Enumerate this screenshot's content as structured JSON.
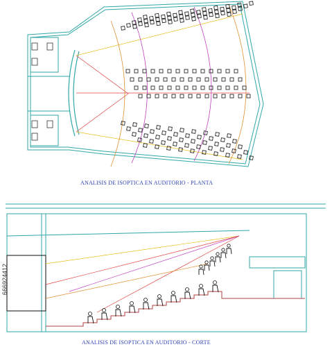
{
  "drawing": {
    "plan_title": "ANALISIS DE ISOPTICA EN AUDITORIO - PLANTA",
    "section_title": "ANALISIS DE ISOPTICA EN AUDITORIO - CORTE",
    "stock_id": "666924412",
    "plan_rows_left": [
      10,
      10,
      10,
      10,
      10
    ],
    "plan_rows_middle": [
      14,
      14,
      14,
      14
    ],
    "plan_rows_right": [
      10,
      10,
      10,
      10,
      10
    ],
    "section_seat_rows": 10,
    "balcony_seat_rows": 6,
    "colors": {
      "walls": "#2fa7a7",
      "seats": "#111111",
      "sightline_red": "#e04040",
      "sightline_yellow": "#e8c020",
      "arc_magenta": "#c040c0",
      "arc_orange": "#e09030",
      "caption_blue": "#2a3fb0"
    }
  }
}
